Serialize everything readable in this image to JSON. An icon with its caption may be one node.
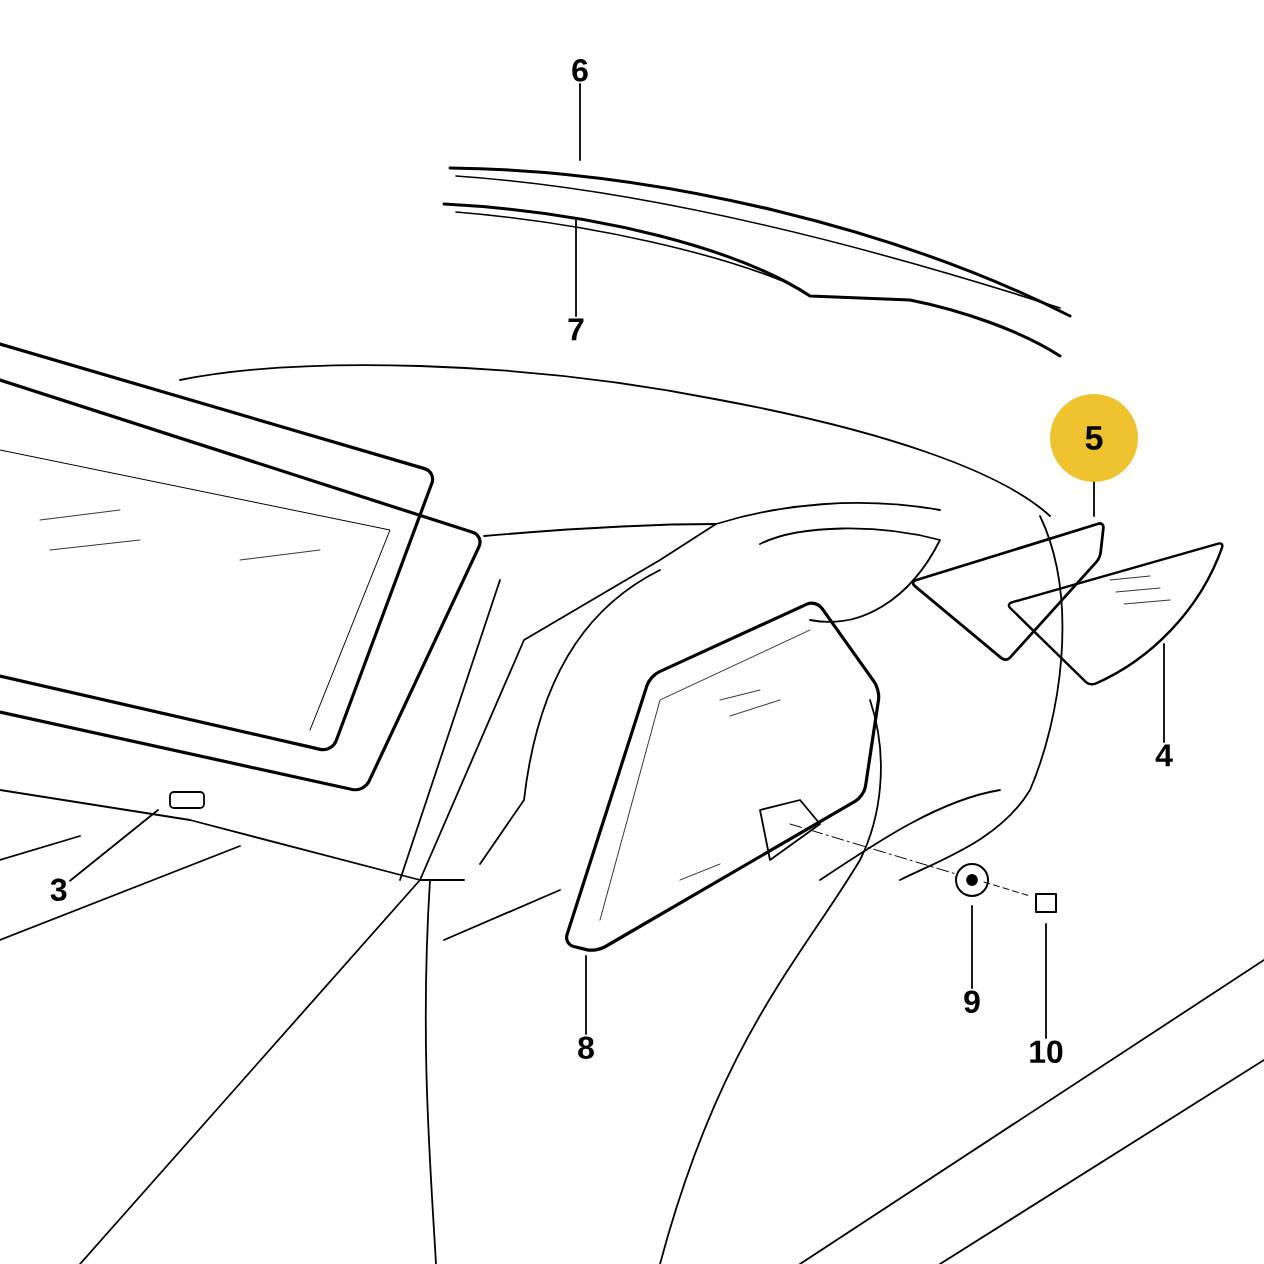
{
  "diagram": {
    "nodes": [
      {
        "text": [
          "6"
        ]
      },
      {
        "text": [
          "7"
        ]
      },
      {
        "text": [
          "5"
        ]
      },
      {
        "text": [
          "4"
        ]
      },
      {
        "text": [
          "3"
        ]
      },
      {
        "text": [
          "8"
        ]
      },
      {
        "text": [
          "9"
        ]
      },
      {
        "text": [
          "10"
        ]
      }
    ],
    "edges": [
      {
        "from": 0,
        "to": null,
        "arrow": "none"
      },
      {
        "from": 1,
        "to": null,
        "arrow": "none"
      },
      {
        "from": 2,
        "to": null,
        "arrow": "none"
      },
      {
        "from": 3,
        "to": null,
        "arrow": "none"
      },
      {
        "from": 4,
        "to": null,
        "arrow": "none"
      },
      {
        "from": 5,
        "to": null,
        "arrow": "none"
      },
      {
        "from": 6,
        "to": null,
        "arrow": "none"
      },
      {
        "from": 7,
        "to": null,
        "arrow": "none"
      }
    ]
  }
}
